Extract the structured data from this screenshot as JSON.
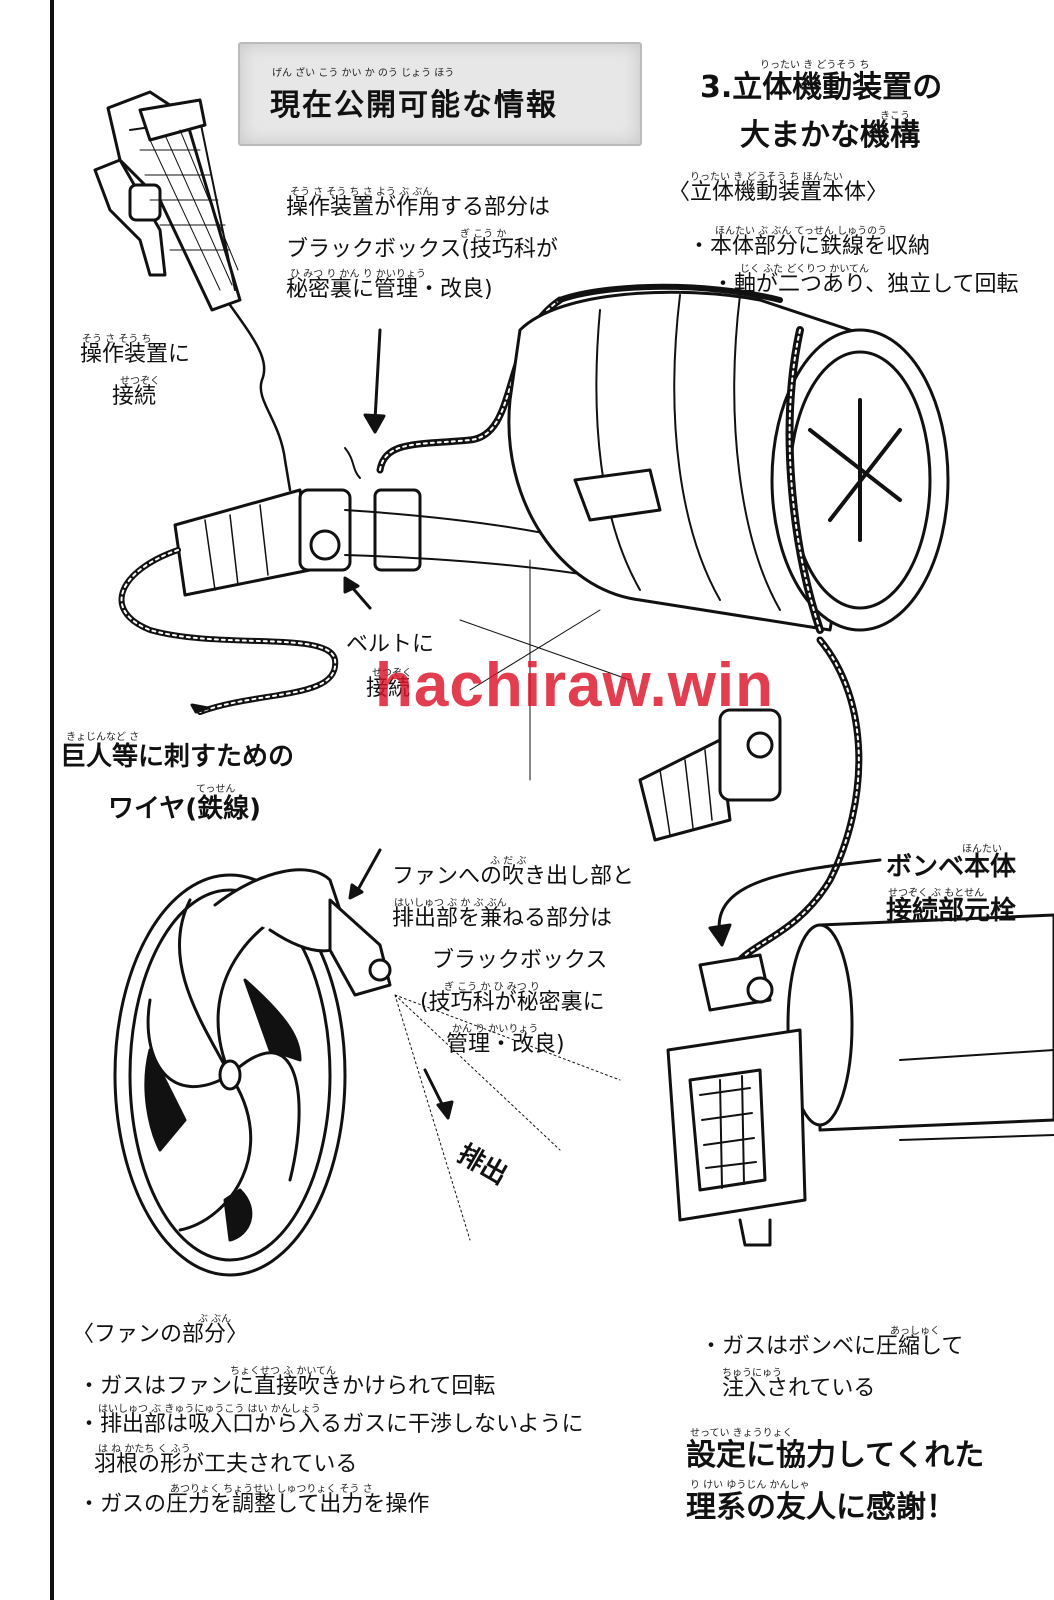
{
  "header": {
    "banner_ruby": "げん ざい こう かい か のう   じょう ほう",
    "banner_title": "現在公開可能な情報",
    "section_ruby": "りったい き どうそう ち",
    "section_title_line1": "3.立体機動装置の",
    "section_title_ruby2": "きこう",
    "section_title_line2": "大まかな機構"
  },
  "main_body": {
    "ruby": "りったい き どうそう ち ほんたい",
    "heading": "〈立体機動装置本体〉",
    "item1_ruby": "ほんたい ぶ ぶん  てっせん  しゅうのう",
    "item1": "・本体部分に鉄線を収納",
    "item2_ruby": "じく    ふた         どくりつ    かいてん",
    "item2": "・軸が二つあり、独立して回転"
  },
  "black_box_upper": {
    "line1_ruby": "そう さ そう ち    さ よう    ぶ ぶん",
    "line1": "操作装置が作用する部分は",
    "line2_ruby": "ぎ こう か",
    "line2": "ブラックボックス(技巧科が",
    "line3_ruby": "ひ みつ り   かん り  かいりょう",
    "line3": "秘密裏に管理・改良)"
  },
  "controller_connect": {
    "line1_ruby": "そう さ そう ち",
    "line1": "操作装置に",
    "line2_ruby": "せつぞく",
    "line2": "接続"
  },
  "belt_connect": {
    "line1": "ベルトに",
    "line2_ruby": "せつぞく",
    "line2": "接続"
  },
  "wire": {
    "line1_ruby": "きょじんなど      さ",
    "line1": "巨人等に刺すための",
    "line2_ruby": "てっせん",
    "line2": "ワイヤ(鉄線)"
  },
  "bombe": {
    "line1_ruby": "ほんたい",
    "line1": "ボンベ本体",
    "line2_ruby": "せつぞく ぶ もとせん",
    "line2": "接続部元栓"
  },
  "fan_black_box": {
    "line1_ruby": "ふ  だ  ぶ",
    "line1": "ファンへの吹き出し部と",
    "line2_ruby": "はいしゅつ ぶ    か    ぶ ぶん",
    "line2": "排出部を兼ねる部分は",
    "line3": "ブラックボックス",
    "line4_ruby": "ぎ こう か   ひ みつ り",
    "line4": "(技巧科が秘密裏に",
    "line5_ruby": "かん り  かいりょう",
    "line5": "管理・改良)"
  },
  "exhaust_label": "排出",
  "fan_section": {
    "heading_ruby": "ぶ ぶん",
    "heading": "〈ファンの部分〉",
    "item1_ruby": "ちょくせつ ふ          かいてん",
    "item1": "・ガスはファンに直接吹きかけられて回転",
    "item2_ruby": "はいしゅつ ぶ   きゅうにゅうこう  はい       かんしょう",
    "item2": "・排出部は吸入口から入るガスに干渉しないように",
    "item3_ruby": "は ね  かたち   く ふう",
    "item3": "羽根の形が工夫されている",
    "item4_ruby": "あつりょく  ちょうせい   しゅつりょく  そう さ",
    "item4": "・ガスの圧力を調整して出力を操作"
  },
  "gas_note": {
    "line1_ruby": "あっしゅく",
    "line1": "・ガスはボンベに圧縮して",
    "line2_ruby": "ちゅうにゅう",
    "line2": "注入されている"
  },
  "thanks": {
    "line1_ruby": "せってい      きょうりょく",
    "line1": "設定に協力してくれた",
    "line2_ruby": "り けい    ゆうじん    かんしゃ",
    "line2": "理系の友人に感謝！"
  },
  "watermark": "hachiraw.win",
  "colors": {
    "ink": "#111111",
    "watermark": "#dc1428",
    "banner": "#e7e7e7"
  }
}
